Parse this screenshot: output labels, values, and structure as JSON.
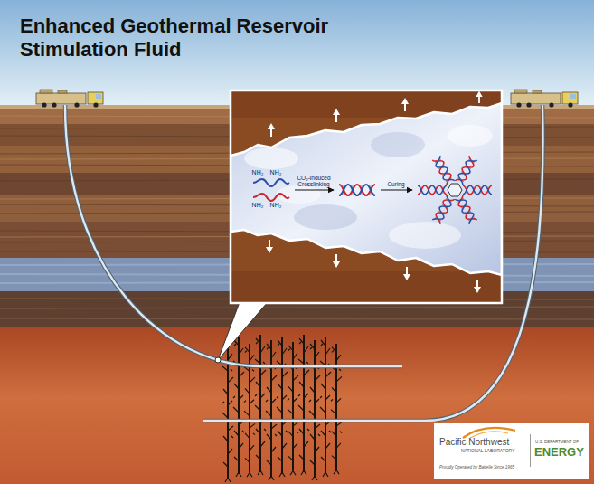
{
  "diagram": {
    "title": "Enhanced Geothermal Reservoir Stimulation Fluid",
    "nodes": [
      {
        "text": [
          "Pacific Northwest",
          "NATIONAL LABORATORY",
          "Proudly Operated by Battelle Since 1965"
        ]
      },
      {
        "text": [
          "U.S. DEPARTMENT OF",
          "ENERGY"
        ],
        "in": 0
      }
    ],
    "labels": [
      "NH₂",
      "NH₂",
      "NH₂",
      "NH₂",
      "CO₂-induced Crosslinking",
      "Curing"
    ]
  }
}
